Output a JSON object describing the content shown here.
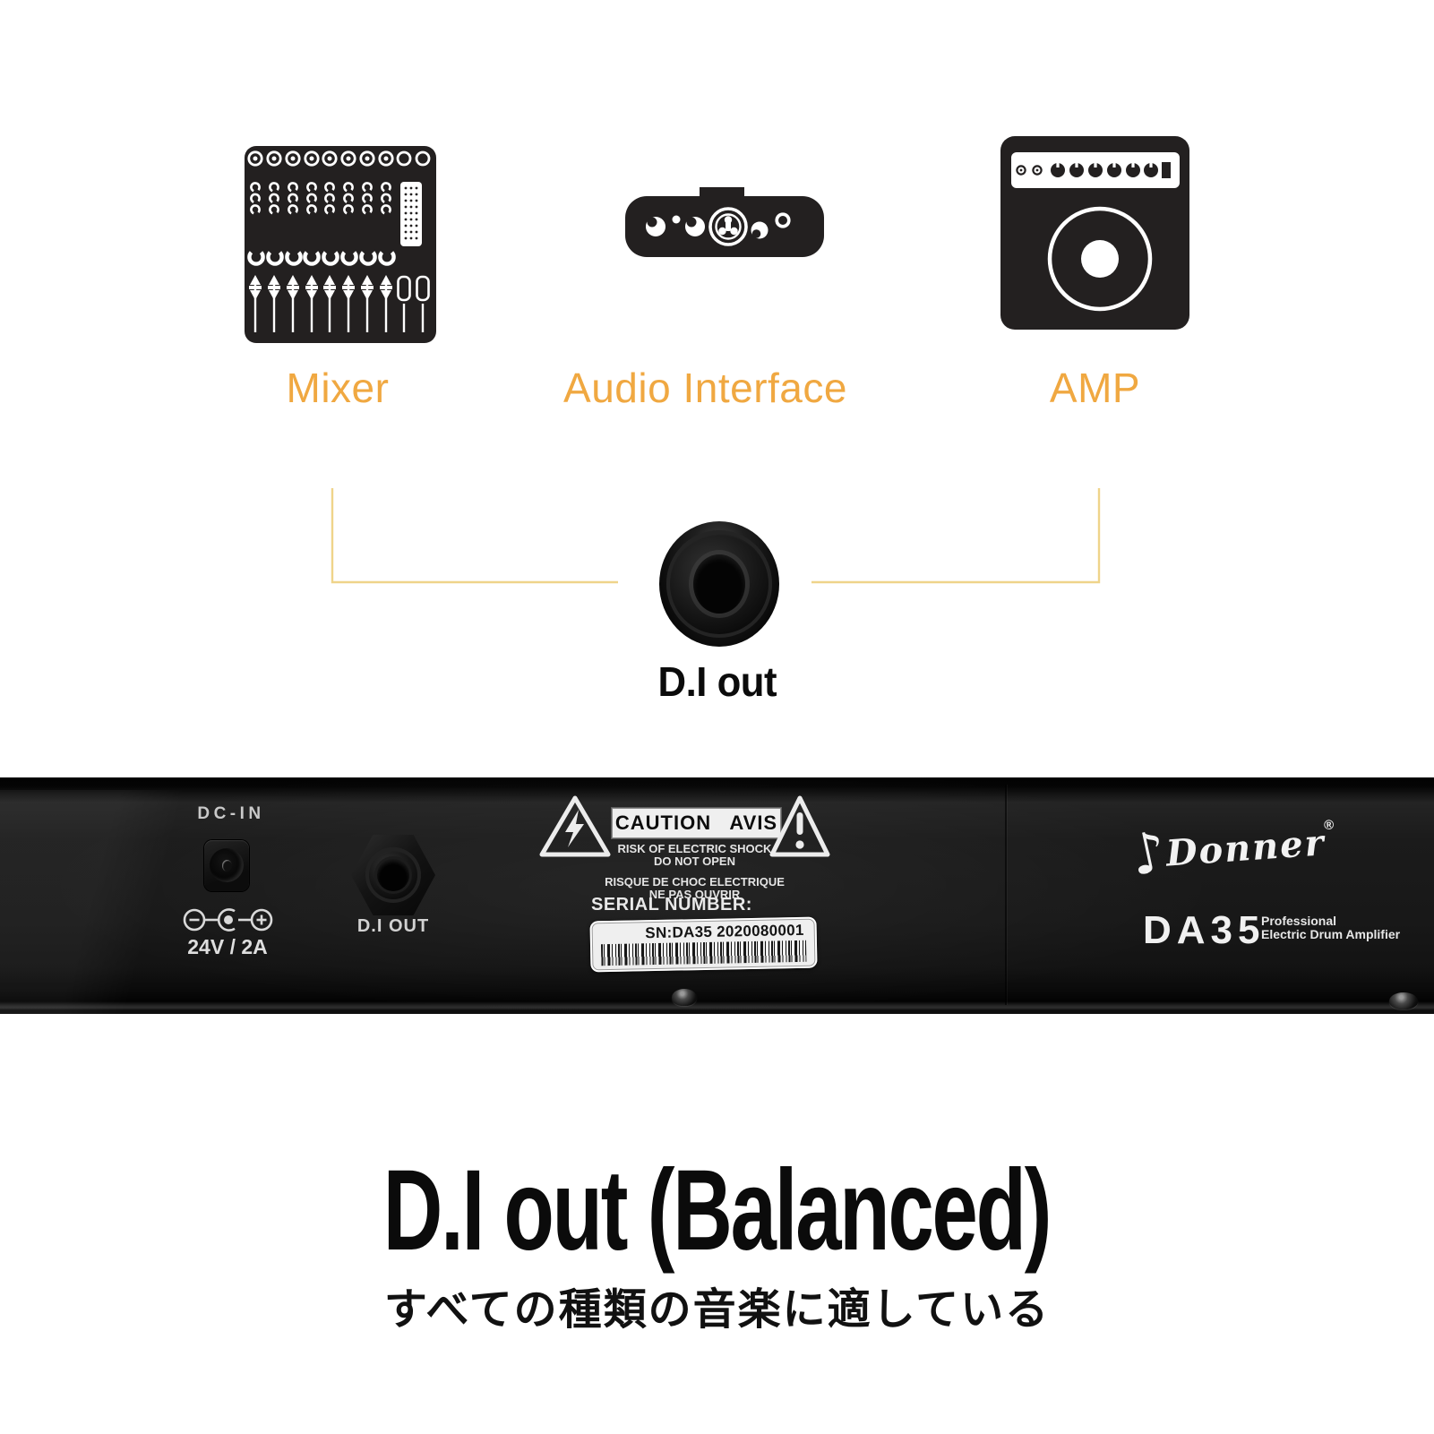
{
  "colors": {
    "accent_amber": "#F0A841",
    "bracket_yellow": "#EFD48A",
    "icon_black": "#232020",
    "panel_black": "#181818",
    "panel_text": "#d6d6d6"
  },
  "icons": {
    "mixer": "mixer-icon",
    "audio_interface": "audio-interface-icon",
    "amp": "amp-icon",
    "jack_photo": "quarter-inch-jack-photo",
    "warning_lightning": "lightning-triangle-icon",
    "warning_exclamation": "exclamation-triangle-icon",
    "polarity": "power-polarity-icon",
    "music_note": "music-note-icon"
  },
  "top_diagram": {
    "devices": [
      {
        "label": "Mixer"
      },
      {
        "label": "Audio Interface"
      },
      {
        "label": "AMP"
      }
    ],
    "connector_label": "D.I out"
  },
  "rear_panel": {
    "dc_in_label": "DC-IN",
    "power_spec": "24V / 2A",
    "di_out_label": "D.I OUT",
    "caution": {
      "box_text": "CAUTION AVIS",
      "line1": "RISK OF ELECTRIC SHOCK",
      "line2": "DO NOT OPEN",
      "line3": "RISQUE DE CHOC ELECTRIQUE",
      "line4": "NE PAS OUVRIR"
    },
    "serial": {
      "heading": "SERIAL NUMBER:",
      "value": "SN:DA35 2020080001"
    },
    "brand": {
      "note_glyph": "♪",
      "name": "Donner",
      "registered": "®",
      "model": "DA35",
      "tagline1": "Professional",
      "tagline2": "Electric Drum Amplifier"
    }
  },
  "footer": {
    "heading": "D.I out (Balanced)",
    "subtitle": "すべての種類の音楽に適している"
  }
}
